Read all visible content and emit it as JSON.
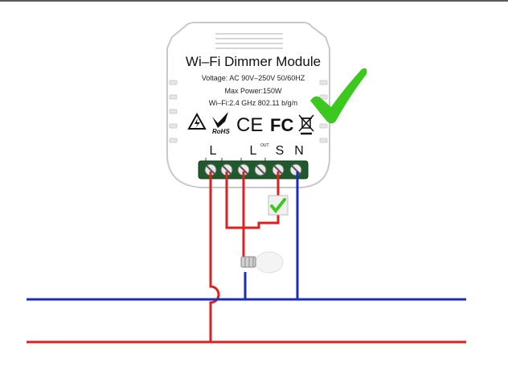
{
  "module": {
    "title": "Wi–Fi Dimmer Module",
    "voltage": "Voltage: AC 90V–250V   50/60HZ",
    "max_power": "Max Power:150W",
    "wifi": "Wi–Fi:2.4 GHz   802.11 b/g/n",
    "rohs": "RoHS",
    "ce": "CE",
    "fc": "FC"
  },
  "terminals": {
    "l_label": "L",
    "lout_label": "L",
    "lout_superscript": "OUT",
    "s_label": "S",
    "n_label": "N"
  },
  "icons": [
    "lightning-warning-icon",
    "rohs-check-icon",
    "weee-bin-icon",
    "green-check-icon",
    "switch-check-icon",
    "light-bulb-icon"
  ],
  "colors": {
    "live_wire": "#e0201c",
    "neutral_wire": "#1d2fb0",
    "check_green": "#3cc81e",
    "terminal_green": "#1f5a2c"
  }
}
